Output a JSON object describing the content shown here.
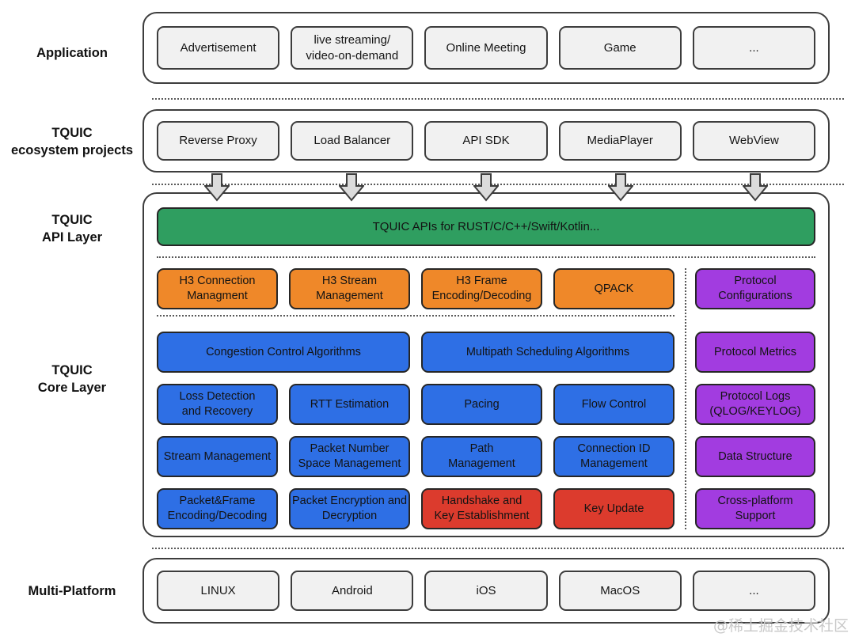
{
  "side_labels": {
    "application": "Application",
    "ecosystem": "TQUIC\necosystem projects",
    "api_layer": "TQUIC\nAPI Layer",
    "core_layer": "TQUIC\nCore Layer",
    "platform": "Multi-Platform"
  },
  "application": {
    "boxes": [
      "Advertisement",
      "live streaming/\nvideo-on-demand",
      "Online Meeting",
      "Game",
      "..."
    ]
  },
  "ecosystem": {
    "boxes": [
      "Reverse Proxy",
      "Load Balancer",
      "API SDK",
      "MediaPlayer",
      "WebView"
    ]
  },
  "api_layer": {
    "banner": "TQUIC APIs for RUST/C/C++/Swift/Kotlin..."
  },
  "core_layer": {
    "h3_row": [
      "H3 Connection\nManagment",
      "H3 Stream\nManagement",
      "H3 Frame\nEncoding/Decoding",
      "QPACK"
    ],
    "wide_row": [
      "Congestion Control Algorithms",
      "Multipath Scheduling Algorithms"
    ],
    "transport_row": [
      "Loss Detection\nand Recovery",
      "RTT Estimation",
      "Pacing",
      "Flow Control"
    ],
    "management_row": [
      "Stream Management",
      "Packet Number\nSpace Management",
      "Path\nManagement",
      "Connection ID\nManagement"
    ],
    "crypto_row": [
      "Packet&Frame\nEncoding/Decoding",
      "Packet Encryption and\nDecryption",
      "Handshake and\nKey Establishment",
      "Key Update"
    ],
    "side_column": [
      "Protocol\nConfigurations",
      "Protocol Metrics",
      "Protocol Logs\n(QLOG/KEYLOG)",
      "Data Structure",
      "Cross-platform\nSupport"
    ]
  },
  "platform": {
    "boxes": [
      "LINUX",
      "Android",
      "iOS",
      "MacOS",
      "..."
    ]
  },
  "watermark": "@稀土掘金技术社区",
  "colors": {
    "green": "#2f9e60",
    "orange": "#ef8829",
    "blue": "#2e6fe5",
    "red": "#dc3b2d",
    "purple": "#a23ce0",
    "gray_box": "#f1f1f1",
    "border": "#3d3d3d"
  }
}
